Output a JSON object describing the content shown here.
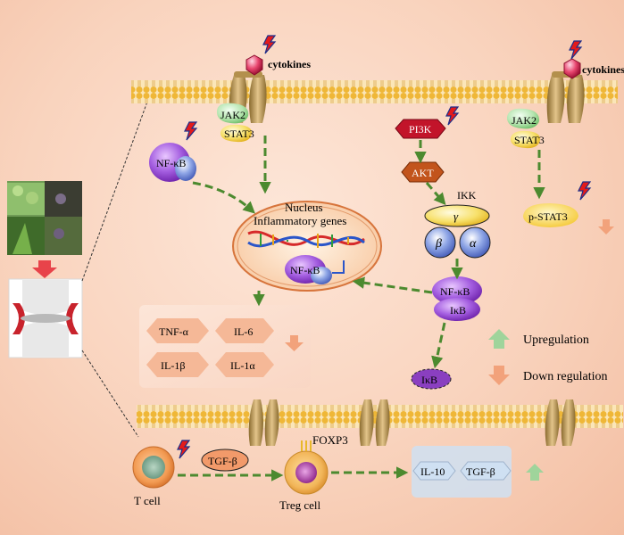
{
  "labels": {
    "cytokines_left": "cytokines",
    "cytokines_right": "cytokines",
    "jak2_left": "JAK2",
    "stat3_left": "STAT3",
    "jak2_right": "JAK2",
    "stat3_right": "STAT3",
    "pi3k": "PI3K",
    "akt": "AKT",
    "ikk": "IKK",
    "gamma": "γ",
    "beta": "β",
    "alpha": "α",
    "nfkb_cyto": "NF-κB",
    "nucleus_line1": "Nucleus",
    "nucleus_line2": "Inflammatory genes",
    "nfkb_nucleus": "NF-κB",
    "nfkb_complex": "NF-κB",
    "ikb_complex": "IκB",
    "ikb_free": "IκB",
    "p_stat3": "p-STAT3",
    "tnf": "TNF-α",
    "il6": "IL-6",
    "il1b": "IL-1β",
    "il1a": "IL-1α",
    "upregulation": "Upregulation",
    "downregulation": "Down regulation",
    "tgf_secreted": "TGF-β",
    "foxp3": "FOXP3",
    "t_cell": "T cell",
    "treg_cell": "Treg cell",
    "il10": "IL-10",
    "tgf_out": "TGF-β"
  },
  "colors": {
    "membrane": "#f2c04a",
    "receptor": "#c7a25f",
    "arrow_green": "#4c8a2f",
    "up_arrow": "#9fd49b",
    "down_arrow": "#f2a27b",
    "purple": "#8a3fc0",
    "akt": "#c2541c",
    "pi3k": "#c2142a"
  }
}
